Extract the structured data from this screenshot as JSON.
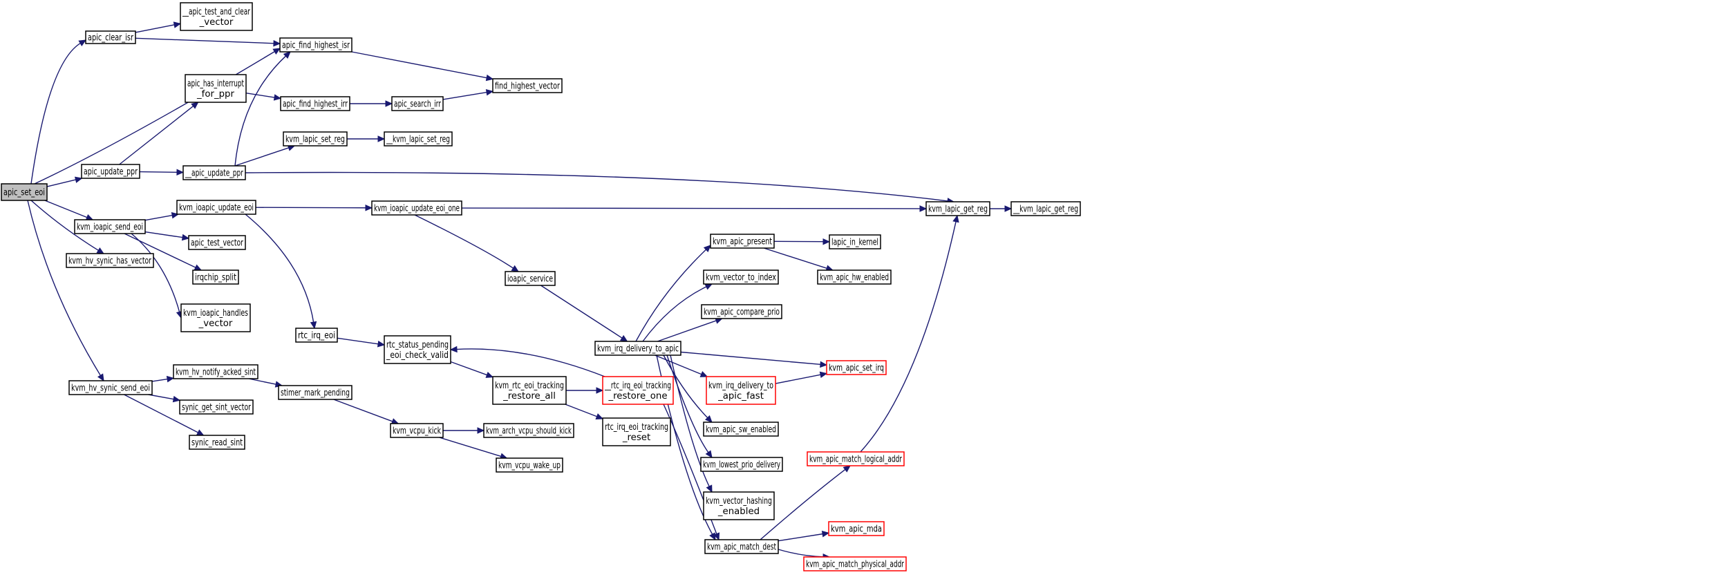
{
  "colors": {
    "edge": "#191970",
    "node_border": "#000000",
    "node_border_truncated": "#ff0000",
    "focus_fill": "#bfbfbf",
    "node_fill": "#ffffff"
  },
  "nodes": [
    {
      "id": "apic_set_eoi",
      "lines": [
        "apic_set_eoi"
      ],
      "style": "focus"
    },
    {
      "id": "apic_clear_isr",
      "lines": [
        "apic_clear_isr"
      ],
      "style": "normal"
    },
    {
      "id": "apic_test_and_clear_vector",
      "lines": [
        "__apic_test_and_clear",
        "_vector"
      ],
      "style": "normal"
    },
    {
      "id": "apic_find_highest_isr",
      "lines": [
        "apic_find_highest_isr"
      ],
      "style": "normal"
    },
    {
      "id": "find_highest_vector",
      "lines": [
        "find_highest_vector"
      ],
      "style": "normal"
    },
    {
      "id": "apic_has_interrupt_for_ppr",
      "lines": [
        "apic_has_interrupt",
        "_for_ppr"
      ],
      "style": "normal"
    },
    {
      "id": "apic_find_highest_irr",
      "lines": [
        "apic_find_highest_irr"
      ],
      "style": "normal"
    },
    {
      "id": "apic_search_irr",
      "lines": [
        "apic_search_irr"
      ],
      "style": "normal"
    },
    {
      "id": "apic_update_ppr",
      "lines": [
        "apic_update_ppr"
      ],
      "style": "normal"
    },
    {
      "id": "__apic_update_ppr",
      "lines": [
        "__apic_update_ppr"
      ],
      "style": "normal"
    },
    {
      "id": "kvm_lapic_set_reg",
      "lines": [
        "kvm_lapic_set_reg"
      ],
      "style": "normal"
    },
    {
      "id": "__kvm_lapic_set_reg",
      "lines": [
        "__kvm_lapic_set_reg"
      ],
      "style": "normal"
    },
    {
      "id": "kvm_ioapic_send_eoi",
      "lines": [
        "kvm_ioapic_send_eoi"
      ],
      "style": "normal"
    },
    {
      "id": "kvm_ioapic_update_eoi",
      "lines": [
        "kvm_ioapic_update_eoi"
      ],
      "style": "normal"
    },
    {
      "id": "kvm_ioapic_update_eoi_one",
      "lines": [
        "kvm_ioapic_update_eoi_one"
      ],
      "style": "normal"
    },
    {
      "id": "kvm_lapic_get_reg",
      "lines": [
        "kvm_lapic_get_reg"
      ],
      "style": "normal"
    },
    {
      "id": "__kvm_lapic_get_reg",
      "lines": [
        "__kvm_lapic_get_reg"
      ],
      "style": "normal"
    },
    {
      "id": "apic_test_vector",
      "lines": [
        "apic_test_vector"
      ],
      "style": "normal"
    },
    {
      "id": "kvm_hv_synic_has_vector",
      "lines": [
        "kvm_hv_synic_has_vector"
      ],
      "style": "normal"
    },
    {
      "id": "irqchip_split",
      "lines": [
        "irqchip_split"
      ],
      "style": "normal"
    },
    {
      "id": "kvm_ioapic_handles_vector",
      "lines": [
        "kvm_ioapic_handles",
        "_vector"
      ],
      "style": "normal"
    },
    {
      "id": "ioapic_service",
      "lines": [
        "ioapic_service"
      ],
      "style": "normal"
    },
    {
      "id": "rtc_irq_eoi",
      "lines": [
        "rtc_irq_eoi"
      ],
      "style": "normal"
    },
    {
      "id": "rtc_status_pending_eoi_check_valid",
      "lines": [
        "rtc_status_pending",
        "_eoi_check_valid"
      ],
      "style": "normal"
    },
    {
      "id": "kvm_rtc_eoi_tracking_restore_all",
      "lines": [
        "kvm_rtc_eoi_tracking",
        "_restore_all"
      ],
      "style": "normal"
    },
    {
      "id": "__rtc_irq_eoi_tracking_restore_one",
      "lines": [
        "__rtc_irq_eoi_tracking",
        "_restore_one"
      ],
      "style": "truncated"
    },
    {
      "id": "rtc_irq_eoi_tracking_reset",
      "lines": [
        "rtc_irq_eoi_tracking",
        "_reset"
      ],
      "style": "normal"
    },
    {
      "id": "kvm_irq_delivery_to_apic",
      "lines": [
        "kvm_irq_delivery_to_apic"
      ],
      "style": "normal"
    },
    {
      "id": "kvm_apic_present",
      "lines": [
        "kvm_apic_present"
      ],
      "style": "normal"
    },
    {
      "id": "lapic_in_kernel",
      "lines": [
        "lapic_in_kernel"
      ],
      "style": "normal"
    },
    {
      "id": "kvm_apic_hw_enabled",
      "lines": [
        "kvm_apic_hw_enabled"
      ],
      "style": "normal"
    },
    {
      "id": "kvm_vector_to_index",
      "lines": [
        "kvm_vector_to_index"
      ],
      "style": "normal"
    },
    {
      "id": "kvm_apic_compare_prio",
      "lines": [
        "kvm_apic_compare_prio"
      ],
      "style": "normal"
    },
    {
      "id": "kvm_apic_set_irq",
      "lines": [
        "kvm_apic_set_irq"
      ],
      "style": "truncated"
    },
    {
      "id": "kvm_irq_delivery_to_apic_fast",
      "lines": [
        "kvm_irq_delivery_to",
        "_apic_fast"
      ],
      "style": "truncated"
    },
    {
      "id": "kvm_apic_sw_enabled",
      "lines": [
        "kvm_apic_sw_enabled"
      ],
      "style": "normal"
    },
    {
      "id": "kvm_lowest_prio_delivery",
      "lines": [
        "kvm_lowest_prio_delivery"
      ],
      "style": "normal"
    },
    {
      "id": "kvm_vector_hashing_enabled",
      "lines": [
        "kvm_vector_hashing",
        "_enabled"
      ],
      "style": "normal"
    },
    {
      "id": "kvm_apic_match_dest",
      "lines": [
        "kvm_apic_match_dest"
      ],
      "style": "normal"
    },
    {
      "id": "kvm_apic_match_logical_addr",
      "lines": [
        "kvm_apic_match_logical_addr"
      ],
      "style": "truncated"
    },
    {
      "id": "kvm_apic_mda",
      "lines": [
        "kvm_apic_mda"
      ],
      "style": "truncated"
    },
    {
      "id": "kvm_apic_match_physical_addr",
      "lines": [
        "kvm_apic_match_physical_addr"
      ],
      "style": "truncated"
    },
    {
      "id": "kvm_hv_synic_send_eoi",
      "lines": [
        "kvm_hv_synic_send_eoi"
      ],
      "style": "normal"
    },
    {
      "id": "kvm_hv_notify_acked_sint",
      "lines": [
        "kvm_hv_notify_acked_sint"
      ],
      "style": "normal"
    },
    {
      "id": "synic_get_sint_vector",
      "lines": [
        "synic_get_sint_vector"
      ],
      "style": "normal"
    },
    {
      "id": "synic_read_sint",
      "lines": [
        "synic_read_sint"
      ],
      "style": "normal"
    },
    {
      "id": "stimer_mark_pending",
      "lines": [
        "stimer_mark_pending"
      ],
      "style": "normal"
    },
    {
      "id": "kvm_vcpu_kick",
      "lines": [
        "kvm_vcpu_kick"
      ],
      "style": "normal"
    },
    {
      "id": "kvm_arch_vcpu_should_kick",
      "lines": [
        "kvm_arch_vcpu_should_kick"
      ],
      "style": "normal"
    },
    {
      "id": "kvm_vcpu_wake_up",
      "lines": [
        "kvm_vcpu_wake_up"
      ],
      "style": "normal"
    }
  ],
  "edges": [
    [
      "apic_set_eoi",
      "apic_clear_isr"
    ],
    [
      "apic_set_eoi",
      "apic_find_highest_isr"
    ],
    [
      "apic_set_eoi",
      "apic_update_ppr"
    ],
    [
      "apic_set_eoi",
      "kvm_ioapic_send_eoi"
    ],
    [
      "apic_set_eoi",
      "kvm_hv_synic_has_vector"
    ],
    [
      "apic_set_eoi",
      "kvm_hv_synic_send_eoi"
    ],
    [
      "apic_clear_isr",
      "apic_test_and_clear_vector"
    ],
    [
      "apic_clear_isr",
      "apic_find_highest_isr"
    ],
    [
      "apic_find_highest_isr",
      "find_highest_vector"
    ],
    [
      "apic_update_ppr",
      "apic_has_interrupt_for_ppr"
    ],
    [
      "apic_update_ppr",
      "__apic_update_ppr"
    ],
    [
      "apic_has_interrupt_for_ppr",
      "apic_find_highest_irr"
    ],
    [
      "apic_find_highest_irr",
      "apic_search_irr"
    ],
    [
      "apic_search_irr",
      "find_highest_vector"
    ],
    [
      "__apic_update_ppr",
      "apic_find_highest_isr"
    ],
    [
      "__apic_update_ppr",
      "kvm_lapic_set_reg"
    ],
    [
      "__apic_update_ppr",
      "kvm_lapic_get_reg"
    ],
    [
      "kvm_lapic_set_reg",
      "__kvm_lapic_set_reg"
    ],
    [
      "kvm_lapic_get_reg",
      "__kvm_lapic_get_reg"
    ],
    [
      "kvm_ioapic_send_eoi",
      "kvm_ioapic_update_eoi"
    ],
    [
      "kvm_ioapic_send_eoi",
      "apic_test_vector"
    ],
    [
      "kvm_ioapic_send_eoi",
      "irqchip_split"
    ],
    [
      "kvm_ioapic_send_eoi",
      "kvm_ioapic_handles_vector"
    ],
    [
      "kvm_ioapic_update_eoi",
      "kvm_ioapic_update_eoi_one"
    ],
    [
      "kvm_ioapic_update_eoi",
      "rtc_irq_eoi"
    ],
    [
      "kvm_ioapic_update_eoi_one",
      "kvm_lapic_get_reg"
    ],
    [
      "kvm_ioapic_update_eoi_one",
      "ioapic_service"
    ],
    [
      "ioapic_service",
      "kvm_irq_delivery_to_apic"
    ],
    [
      "rtc_irq_eoi",
      "rtc_status_pending_eoi_check_valid"
    ],
    [
      "rtc_status_pending_eoi_check_valid",
      "kvm_rtc_eoi_tracking_restore_all"
    ],
    [
      "kvm_rtc_eoi_tracking_restore_all",
      "__rtc_irq_eoi_tracking_restore_one"
    ],
    [
      "kvm_rtc_eoi_tracking_restore_all",
      "rtc_irq_eoi_tracking_reset"
    ],
    [
      "__rtc_irq_eoi_tracking_restore_one",
      "rtc_status_pending_eoi_check_valid"
    ],
    [
      "__rtc_irq_eoi_tracking_restore_one",
      "kvm_apic_match_dest"
    ],
    [
      "kvm_irq_delivery_to_apic",
      "kvm_apic_present"
    ],
    [
      "kvm_irq_delivery_to_apic",
      "kvm_vector_to_index"
    ],
    [
      "kvm_irq_delivery_to_apic",
      "kvm_apic_compare_prio"
    ],
    [
      "kvm_irq_delivery_to_apic",
      "kvm_apic_set_irq"
    ],
    [
      "kvm_irq_delivery_to_apic",
      "kvm_irq_delivery_to_apic_fast"
    ],
    [
      "kvm_irq_delivery_to_apic",
      "kvm_apic_sw_enabled"
    ],
    [
      "kvm_irq_delivery_to_apic",
      "kvm_lowest_prio_delivery"
    ],
    [
      "kvm_irq_delivery_to_apic",
      "kvm_vector_hashing_enabled"
    ],
    [
      "kvm_irq_delivery_to_apic",
      "kvm_apic_match_dest"
    ],
    [
      "kvm_apic_present",
      "lapic_in_kernel"
    ],
    [
      "kvm_apic_present",
      "kvm_apic_hw_enabled"
    ],
    [
      "kvm_irq_delivery_to_apic_fast",
      "kvm_apic_set_irq"
    ],
    [
      "kvm_apic_match_dest",
      "kvm_apic_match_logical_addr"
    ],
    [
      "kvm_apic_match_dest",
      "kvm_apic_mda"
    ],
    [
      "kvm_apic_match_dest",
      "kvm_apic_match_physical_addr"
    ],
    [
      "kvm_apic_match_logical_addr",
      "kvm_lapic_get_reg"
    ],
    [
      "kvm_hv_synic_send_eoi",
      "kvm_hv_notify_acked_sint"
    ],
    [
      "kvm_hv_synic_send_eoi",
      "synic_get_sint_vector"
    ],
    [
      "kvm_hv_synic_send_eoi",
      "synic_read_sint"
    ],
    [
      "kvm_hv_notify_acked_sint",
      "stimer_mark_pending"
    ],
    [
      "stimer_mark_pending",
      "kvm_vcpu_kick"
    ],
    [
      "kvm_vcpu_kick",
      "kvm_arch_vcpu_should_kick"
    ],
    [
      "kvm_vcpu_kick",
      "kvm_vcpu_wake_up"
    ]
  ]
}
